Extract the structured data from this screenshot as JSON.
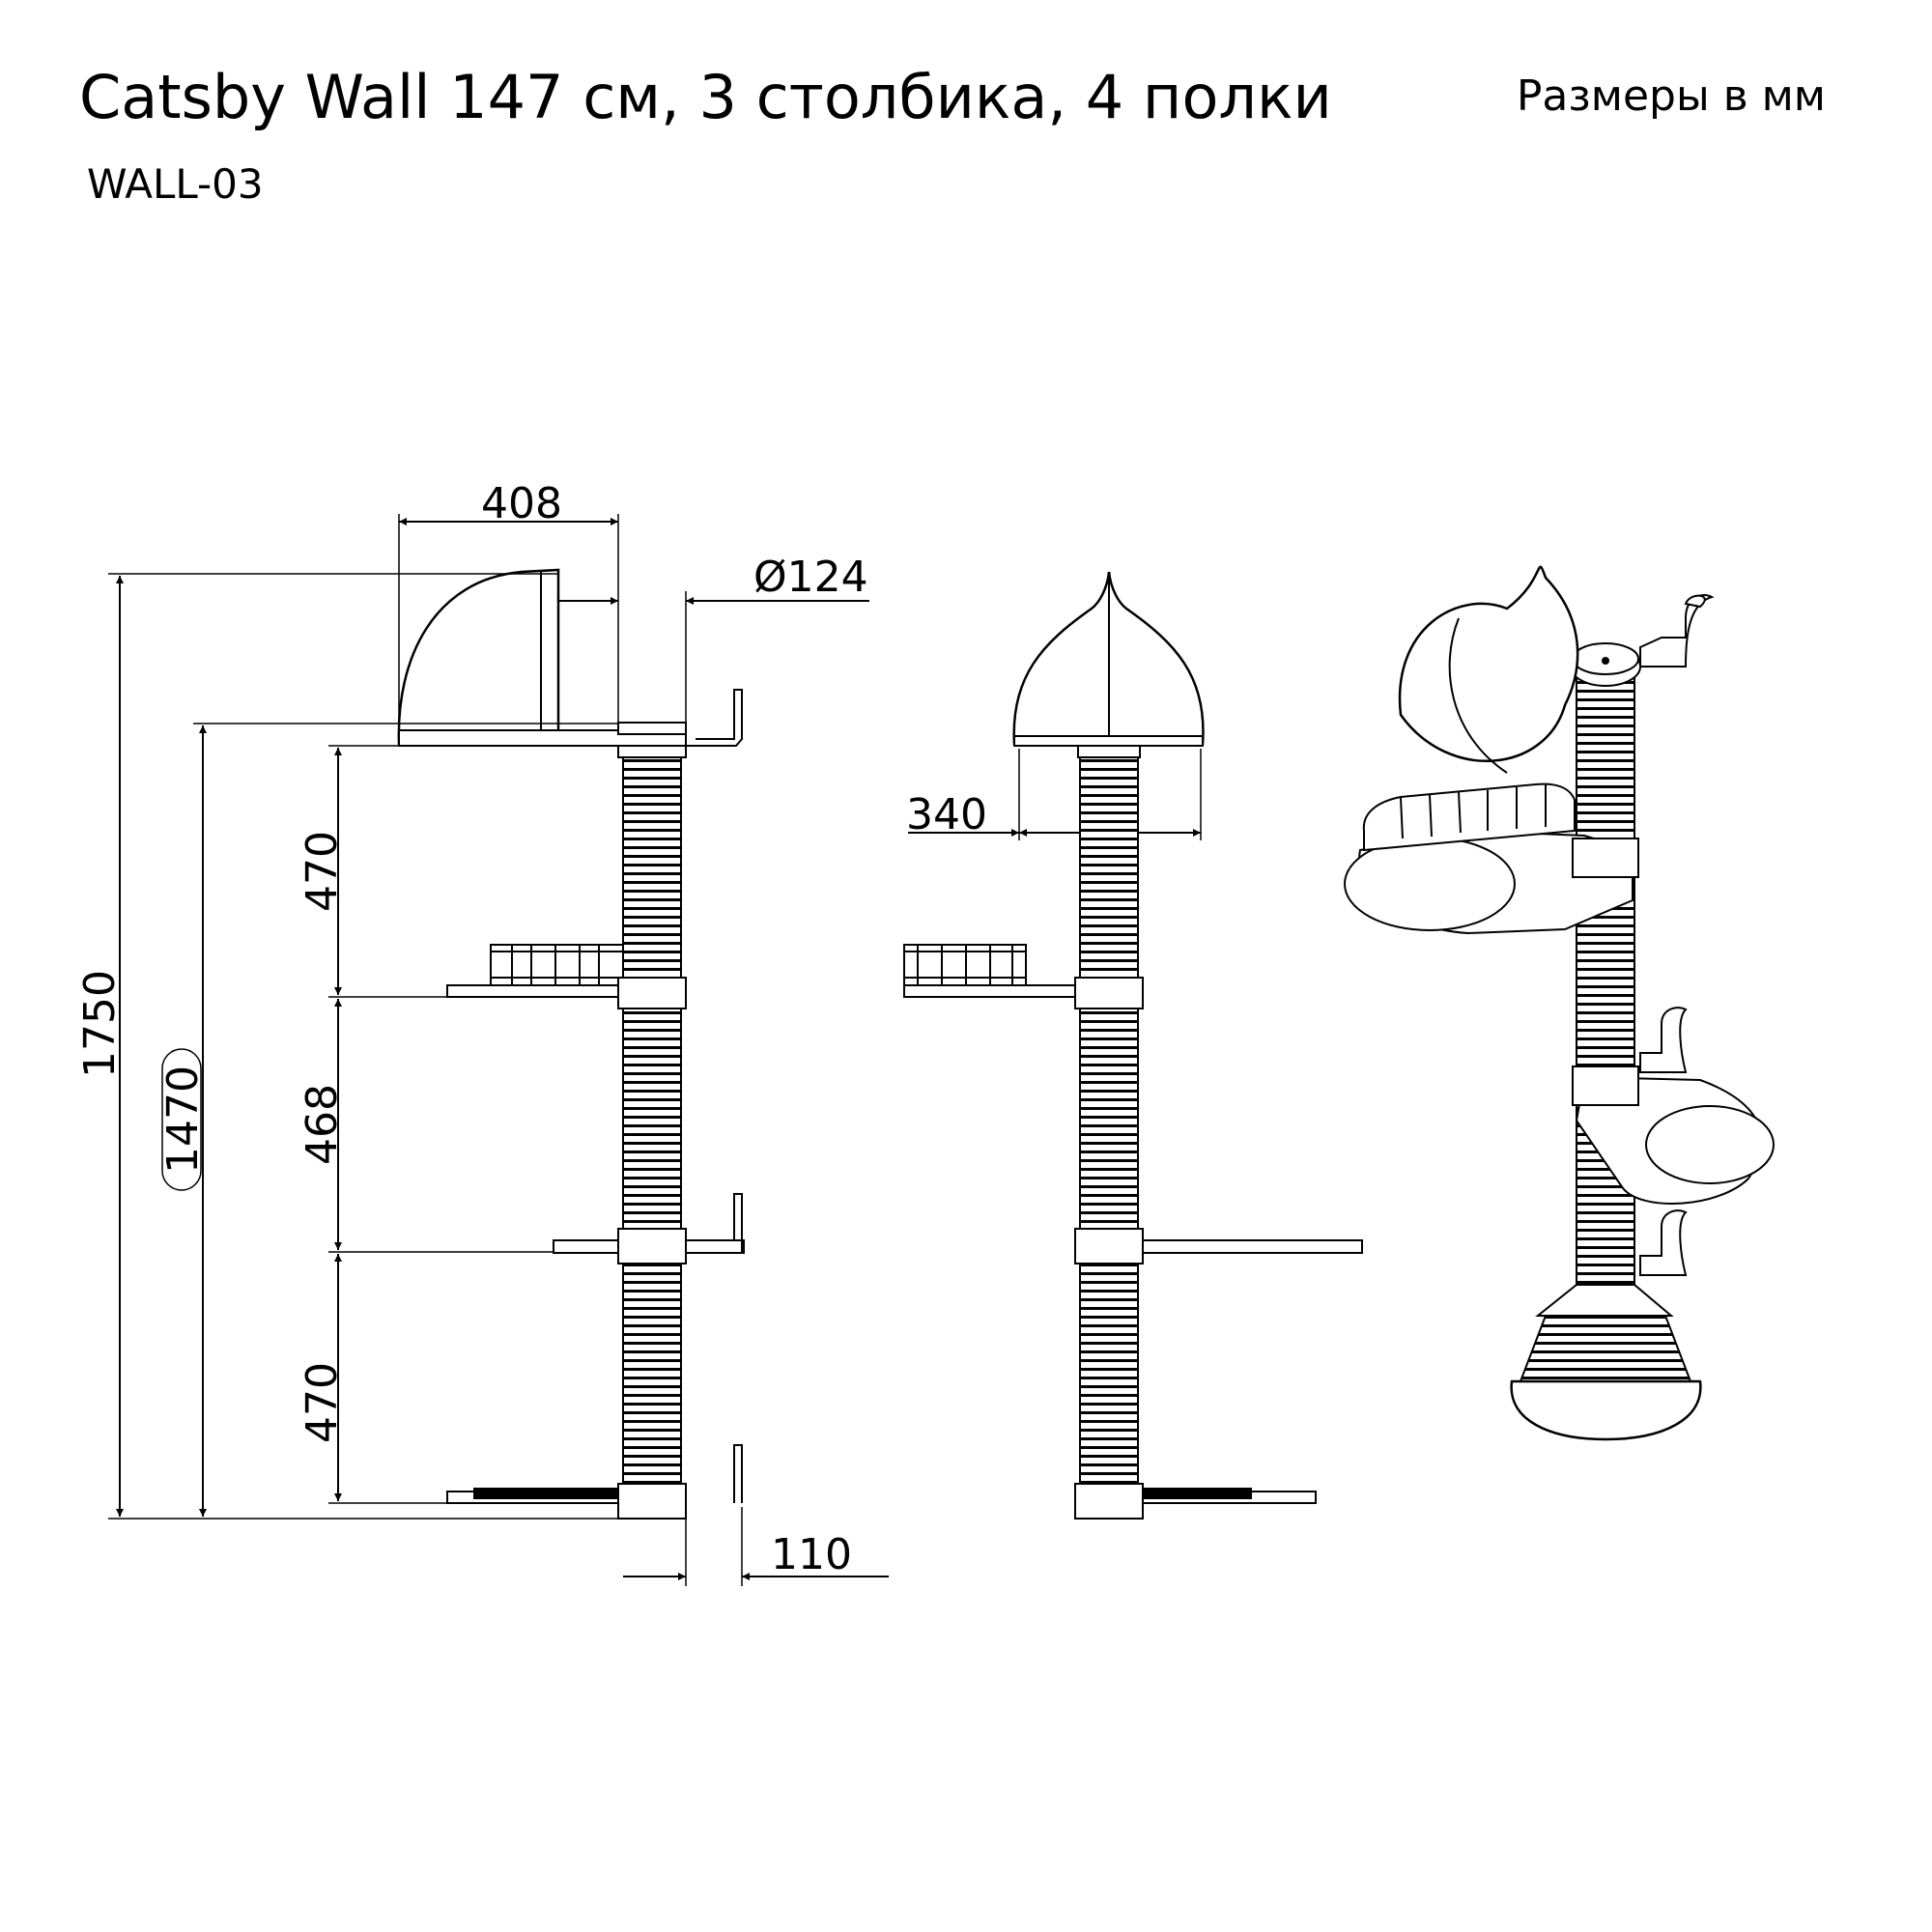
{
  "title": "Catsby Wall 147 см, 3 столбика, 4 полки",
  "subtitle": "WALL-03",
  "units_note": "Размеры в мм",
  "dimensions": {
    "top_width": "408",
    "post_diameter": "Ø124",
    "overall_height": "1750",
    "installed_height": "1470",
    "segment_top": "470",
    "segment_middle": "468",
    "segment_bottom": "470",
    "shelf_width": "340",
    "bracket_depth": "110"
  }
}
